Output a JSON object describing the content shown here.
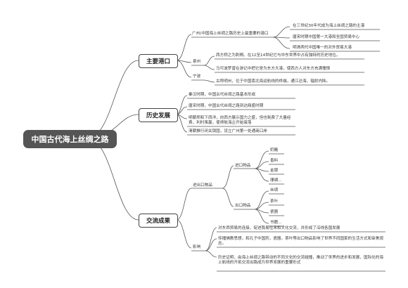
{
  "root": "中国古代海上丝绸之路",
  "branches": {
    "ports": {
      "label": "主要港口",
      "guangzhou": {
        "label": "广州(中国海上丝绸之路历史上最重要的港口",
        "items": [
          "在三世纪30年代成为海上丝绸之路的主港",
          "唐宋时期中国第一大港和全国贸易中心",
          "明清两代中国唯一的对外贸易大港"
        ]
      },
      "quanzhou": {
        "label": "泉州",
        "items": [
          "西方称之为刺桐。在12至14世纪它与中东世界中占有独特的历史地位。",
          "马可波罗曾在游记中把它誉为东方大港，使西方人对东方充满憧憬"
        ]
      },
      "ningbo": {
        "label": "宁波",
        "items": [
          "古称明州，位于中国南北海运航线的终端，通江达海，辐射内陆。"
        ]
      }
    },
    "history": {
      "label": "历史发展",
      "items": [
        "秦汉时期，中国古代丝绸之路基本形成",
        "唐宋时期，中国古代丝绸之路到达鼎盛时期",
        "明朝郑和下西洋，向西方展示国力之盛，但也耗费了大量经费，利时虽赢，使得航海企开始衰落",
        "清朝推行闭关锁国，设立广州第一处通商口岸"
      ]
    },
    "exchange": {
      "label": "交流成果",
      "trade": {
        "label": "进出口物品",
        "imports": {
          "label": "进口物品",
          "items": [
            "奶酪",
            "香料",
            "金银",
            "珊瑚..."
          ]
        },
        "exports": {
          "label": "出口物品",
          "items": [
            "丝绸",
            "茶叶",
            "瓷器",
            "书籍..."
          ]
        }
      },
      "influence": {
        "label": "影响",
        "items": [
          "对东西贸易的连接，促进我易往来和文化交流，并形成了沿线各国发展",
          "传播佛教思想，和孔子中国药，瓷器，茶叶等出口物品影响了世界不同国家的生活方式和审美观念。",
          "历史证明，由海上丝绸之路带动的不同文化的交流碰撞，推动了世界的进步和发展，国际化的海上航线的开拓交流出路成为世界发展的重要形式"
        ]
      }
    }
  }
}
